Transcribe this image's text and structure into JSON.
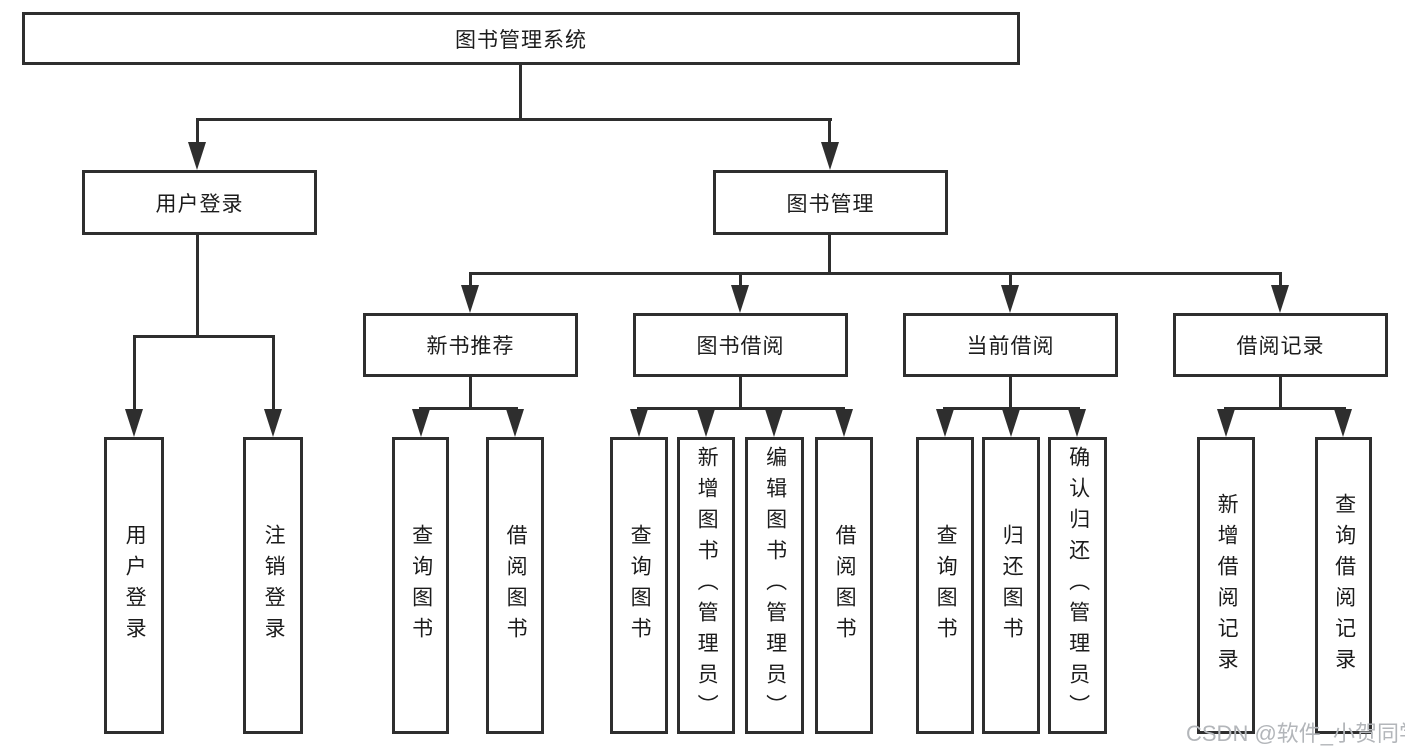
{
  "diagram": {
    "root": {
      "label": "图书管理系统"
    },
    "level1": [
      {
        "label": "用户登录"
      },
      {
        "label": "图书管理"
      }
    ],
    "level2": [
      {
        "label": "新书推荐"
      },
      {
        "label": "图书借阅"
      },
      {
        "label": "当前借阅"
      },
      {
        "label": "借阅记录"
      }
    ],
    "leaves": {
      "user_login": [
        {
          "label": "用户登录"
        },
        {
          "label": "注销登录"
        }
      ],
      "new_books": [
        {
          "label": "查询图书"
        },
        {
          "label": "借阅图书"
        }
      ],
      "borrowing": [
        {
          "label": "查询图书"
        },
        {
          "label": "新增图书（管理员）"
        },
        {
          "label": "编辑图书（管理员）"
        },
        {
          "label": "借阅图书"
        }
      ],
      "current": [
        {
          "label": "查询图书"
        },
        {
          "label": "归还图书"
        },
        {
          "label": "确认归还（管理员）"
        }
      ],
      "records": [
        {
          "label": "新增借阅记录"
        },
        {
          "label": "查询借阅记录"
        }
      ]
    },
    "colors": {
      "line": "#2e2e2e",
      "box_border": "#2e2e2e",
      "text": "#1c1c1c",
      "background": "#ffffff",
      "watermark": "#b3b6ba"
    }
  },
  "watermark": {
    "text": "CSDN @软件_小贺同学"
  }
}
